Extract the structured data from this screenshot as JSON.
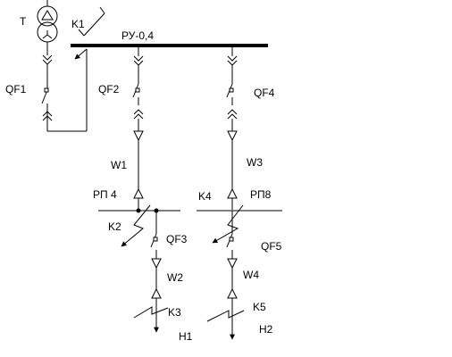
{
  "labels": {
    "T": "T",
    "K1": "K1",
    "RU": "РУ-0,4",
    "QF1": "QF1",
    "QF2": "QF2",
    "QF4": "QF4",
    "W1": "W1",
    "W3": "W3",
    "RP4": "РП 4",
    "RP8": "РП8",
    "K4": "K4",
    "K2": "K2",
    "QF3": "QF3",
    "QF5": "QF5",
    "W2": "W2",
    "W4": "W4",
    "K3": "K3",
    "K5": "K5",
    "H1": "H1",
    "H2": "H2"
  }
}
